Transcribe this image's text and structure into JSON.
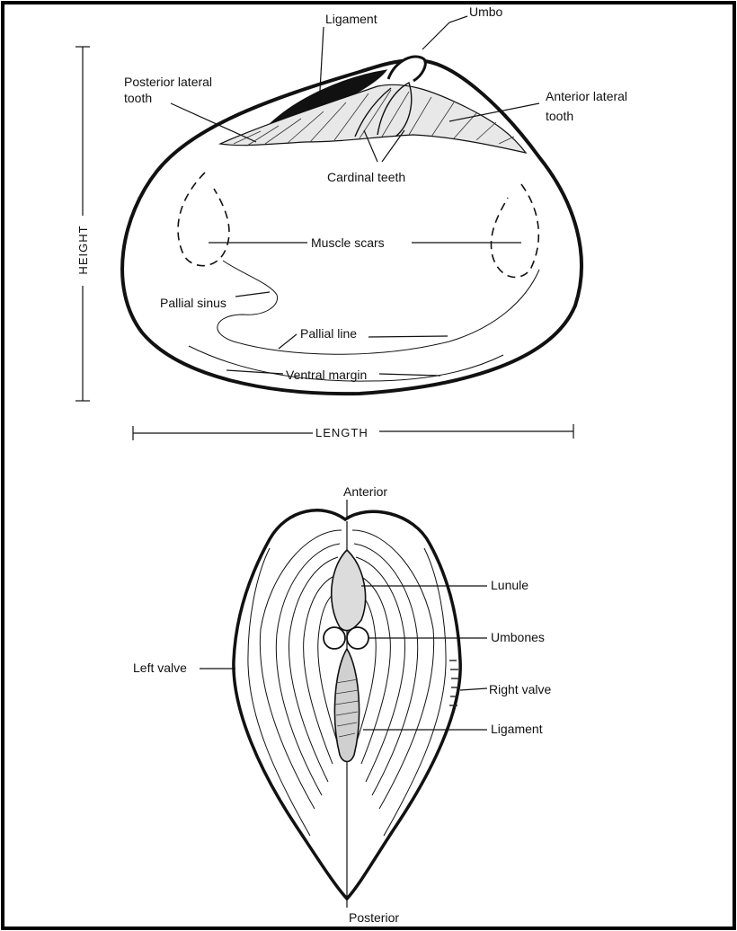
{
  "figure": {
    "top_valve_labels": {
      "ligament": "Ligament",
      "umbo": "Umbo",
      "posterior_lateral_tooth_line1": "Posterior lateral",
      "posterior_lateral_tooth_line2": "tooth",
      "anterior_lateral_tooth_line1": "Anterior lateral",
      "anterior_lateral_tooth_line2": "tooth",
      "cardinal_teeth": "Cardinal teeth",
      "muscle_scars": "Muscle scars",
      "pallial_sinus": "Pallial sinus",
      "pallial_line": "Pallial line",
      "ventral_margin": "Ventral margin",
      "height": "HEIGHT",
      "length": "LENGTH"
    },
    "dorsal_view_labels": {
      "anterior": "Anterior",
      "lunule": "Lunule",
      "umbones": "Umbones",
      "left_valve": "Left valve",
      "right_valve": "Right valve",
      "ligament": "Ligament",
      "posterior": "Posterior"
    }
  }
}
